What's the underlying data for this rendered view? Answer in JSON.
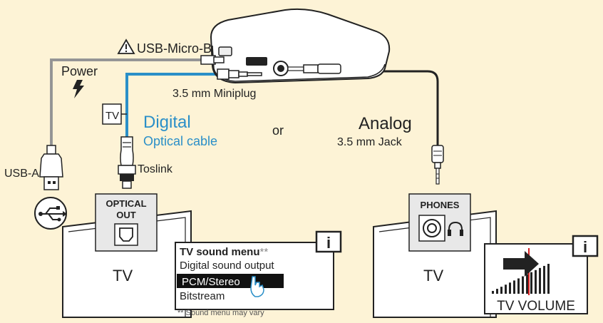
{
  "labels": {
    "usb_micro_b": "USB-Micro-B",
    "power": "Power",
    "miniplug": "3.5 mm Miniplug",
    "tv_tag": "TV",
    "digital": "Digital",
    "optical_cable": "Optical cable",
    "or": "or",
    "analog": "Analog",
    "jack": "3.5 mm Jack",
    "usb_a": "USB-A",
    "toslink": "Toslink",
    "optical_out_line1": "OPTICAL",
    "optical_out_line2": "OUT",
    "phones": "PHONES",
    "tv_left": "TV",
    "tv_right": "TV"
  },
  "sound_menu": {
    "title": "TV sound menu",
    "title_mark": "**",
    "items": [
      "Digital sound output",
      "PCM/Stereo",
      "Bitstream"
    ],
    "selected_index": 1,
    "footnote": "** Sound menu may vary"
  },
  "volume_panel": {
    "label": "TV VOLUME",
    "bar_count": 14,
    "marker_index": 9
  },
  "info_icon_glyph": "i",
  "colors": {
    "background": "#fdf3d6",
    "digital_blue": "#2a8fc8",
    "cable_gray": "#9a9a9a",
    "volume_marker_red": "#d42020",
    "outline": "#222222"
  }
}
